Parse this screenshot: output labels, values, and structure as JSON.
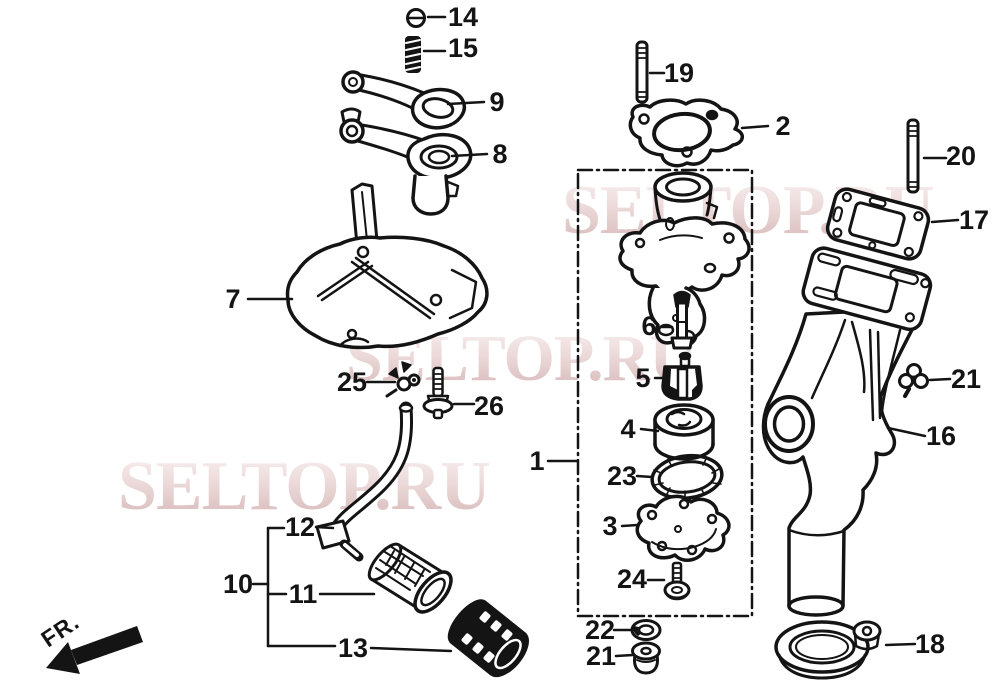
{
  "watermarks": [
    {
      "text": "SELTOP.RU"
    },
    {
      "text": "SELTOP.RU"
    },
    {
      "text": "SELTOP.RU"
    }
  ],
  "direction_indicator": "FR.",
  "callouts": {
    "c14": "14",
    "c15": "15",
    "c9": "9",
    "c8": "8",
    "c7": "7",
    "c25": "25",
    "c26": "26",
    "c12": "12",
    "c10": "10",
    "c11": "11",
    "c13": "13",
    "c19": "19",
    "c2": "2",
    "c20": "20",
    "c17": "17",
    "c1": "1",
    "c6": "6",
    "c5": "5",
    "c4": "4",
    "c23": "23",
    "c3": "3",
    "c24": "24",
    "c22": "22",
    "c21_left": "21",
    "c21_right": "21",
    "c16": "16",
    "c18": "18"
  },
  "colors": {
    "line": "#141414",
    "watermark": "#e4c9c9",
    "background": "#ffffff"
  }
}
